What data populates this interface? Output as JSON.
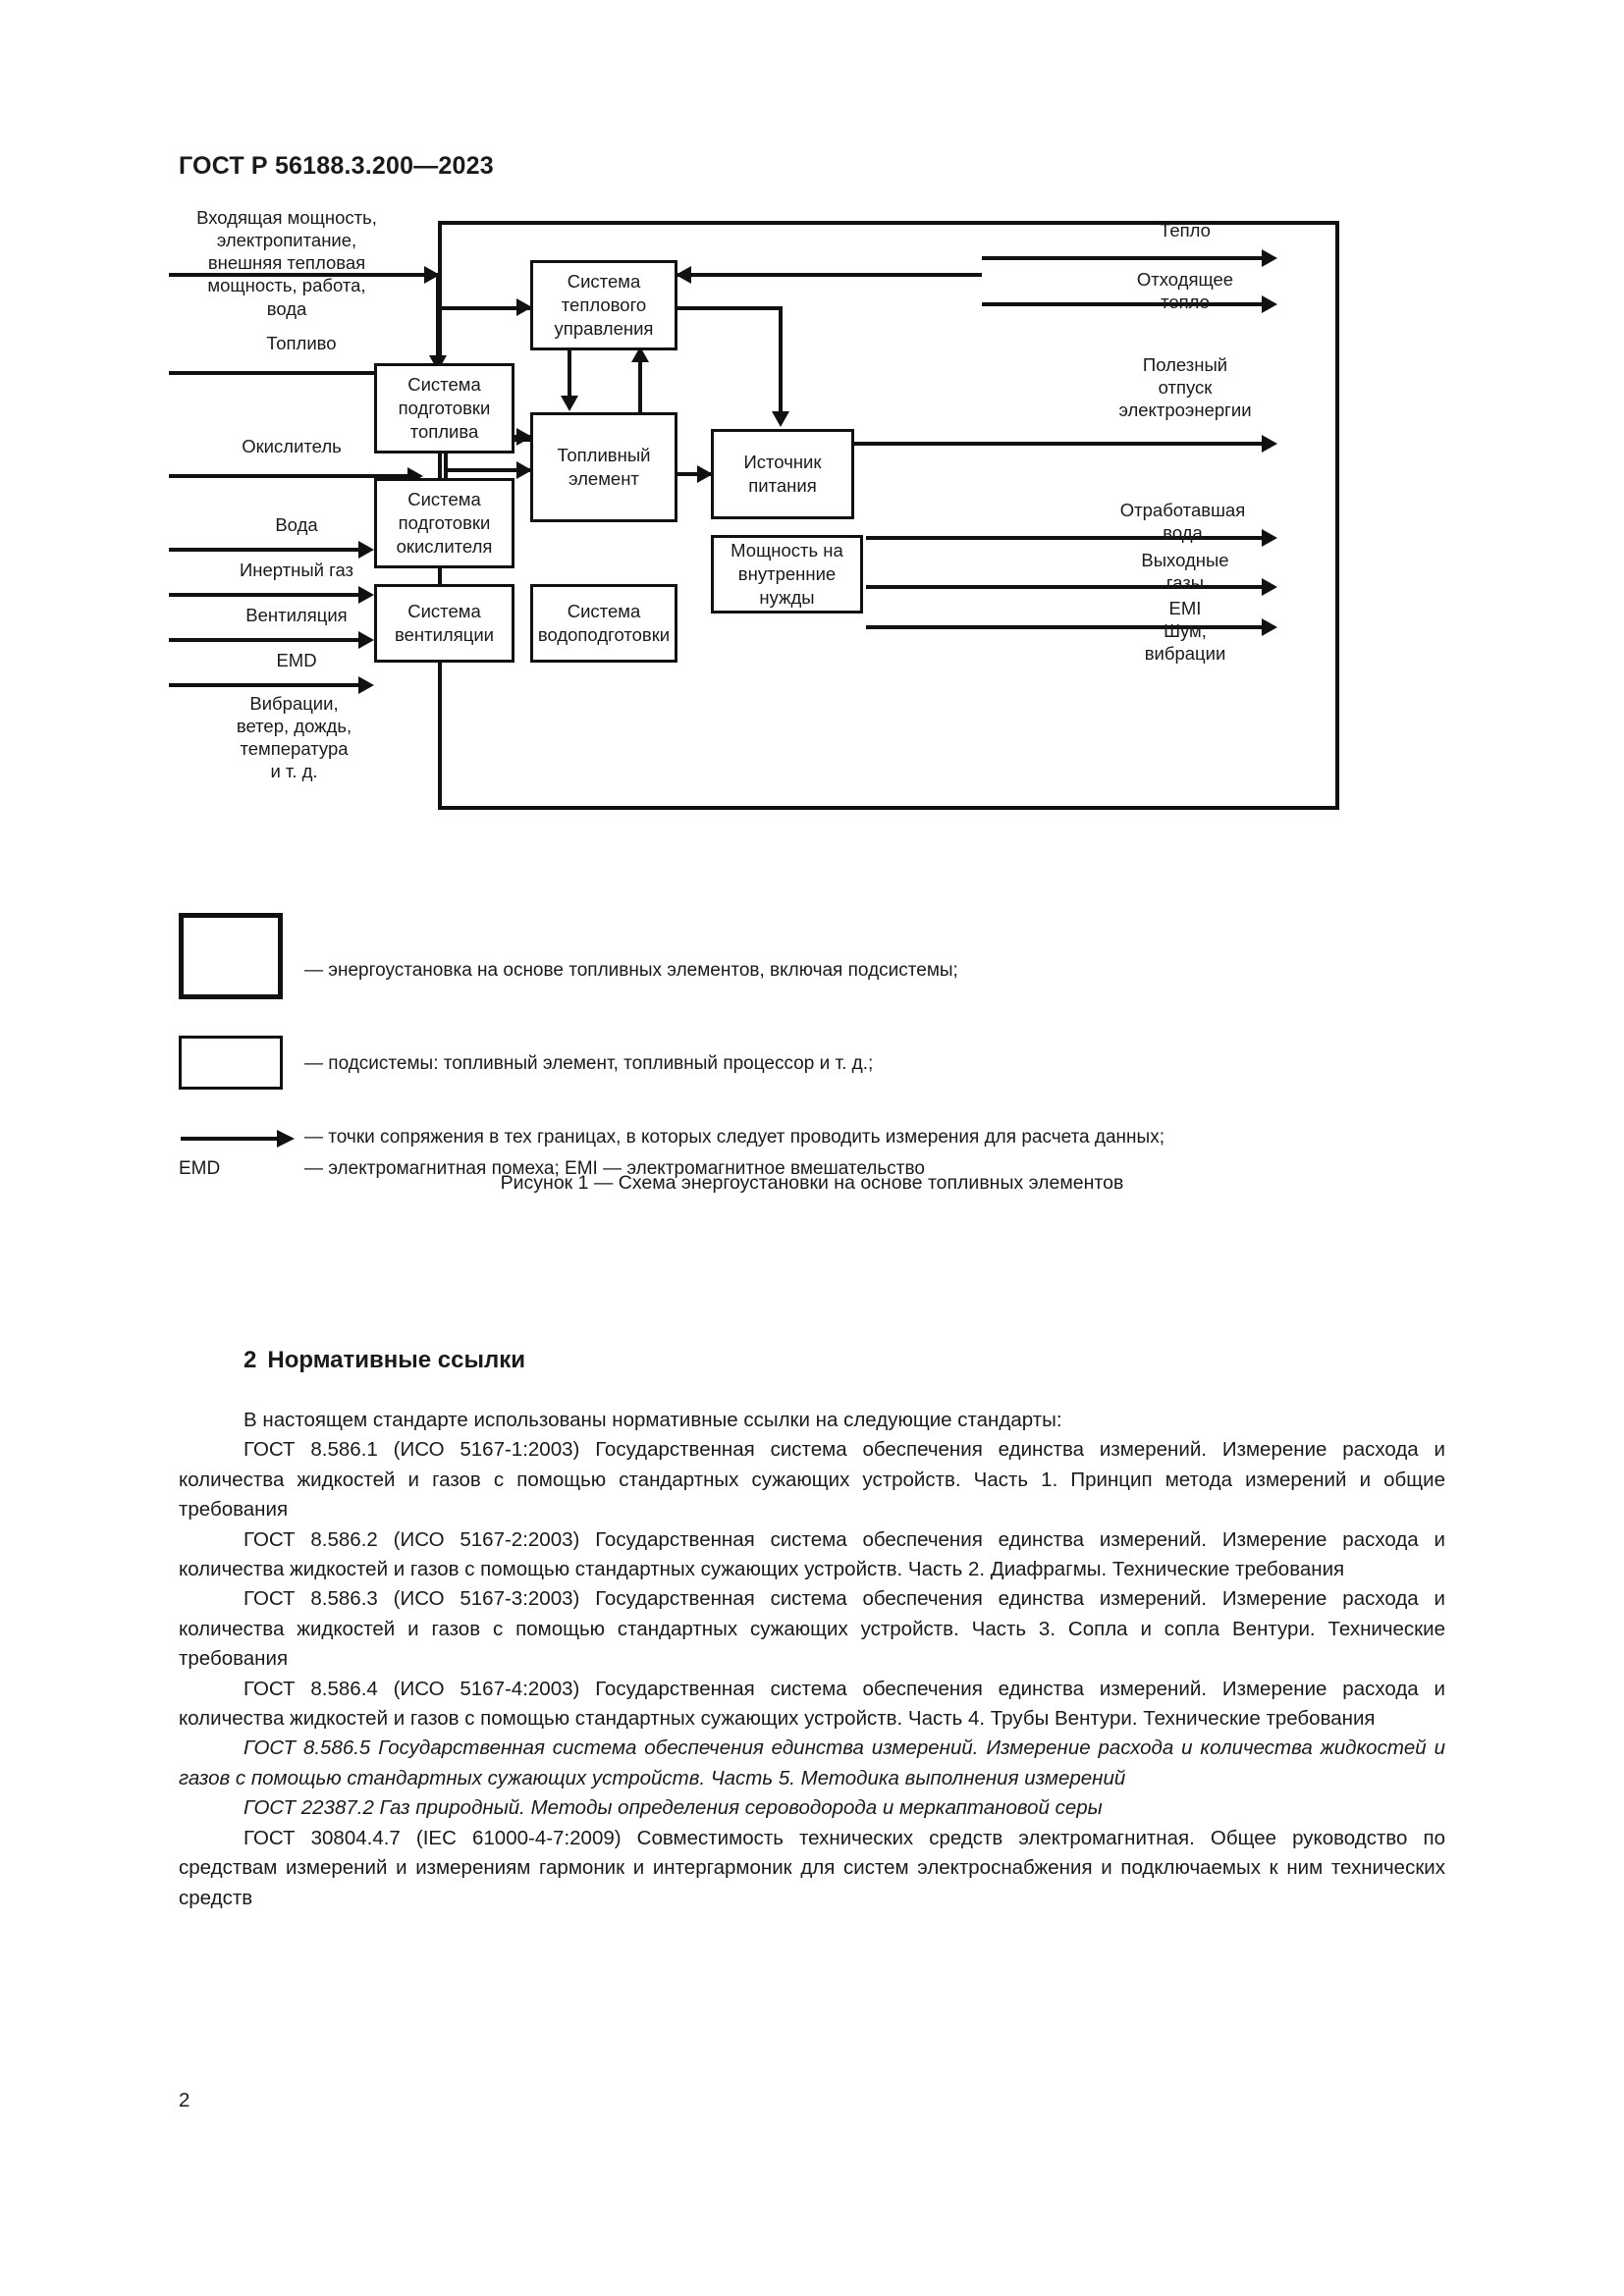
{
  "header": {
    "standard_number": "ГОСТ Р 56188.3.200—2023"
  },
  "figure": {
    "inputs_left": [
      {
        "id": "input-power",
        "label": "Входящая мощность,\nэлектропитание,\nвнешняя тепловая\nмощность, работа,\nвода"
      },
      {
        "id": "input-fuel",
        "label": "Топливо"
      },
      {
        "id": "input-oxidizer",
        "label": "Окислитель"
      },
      {
        "id": "input-water",
        "label": "Вода"
      },
      {
        "id": "input-inert-gas",
        "label": "Инертный газ"
      },
      {
        "id": "input-ventilation",
        "label": "Вентиляция"
      },
      {
        "id": "input-emd",
        "label": "EMD"
      },
      {
        "id": "input-environment",
        "label": "Вибрации,\nветер, дождь,\nтемпература\nи т. д."
      }
    ],
    "outputs_right": [
      {
        "id": "output-heat",
        "label": "Тепло"
      },
      {
        "id": "output-waste-heat",
        "label": "Отходящее\nтепло"
      },
      {
        "id": "output-electricity",
        "label": "Полезный\nотпуск\nэлектроэнергии"
      },
      {
        "id": "output-waste-water",
        "label": "Отработавшая\nвода"
      },
      {
        "id": "output-exhaust-gases",
        "label": "Выходные\nгазы"
      },
      {
        "id": "output-emi",
        "label": "EMI\nШум,\nвибрации"
      }
    ],
    "blocks": [
      {
        "id": "thermal-management-system",
        "label": "Система\nтеплового\nуправления"
      },
      {
        "id": "fuel-preparation-system",
        "label": "Система\nподготовки\nтоплива"
      },
      {
        "id": "fuel-cell",
        "label": "Топливный\nэлемент"
      },
      {
        "id": "power-source",
        "label": "Источник\nпитания"
      },
      {
        "id": "oxidizer-preparation-system",
        "label": "Система\nподготовки\nокислителя"
      },
      {
        "id": "internal-needs-power",
        "label": "Мощность\nна внутренние\nнужды"
      },
      {
        "id": "ventilation-system",
        "label": "Система\nвентиляции"
      },
      {
        "id": "water-treatment-system",
        "label": "Система\nводоподготовки"
      }
    ],
    "legend": [
      {
        "id": "legend-outer-box",
        "text": "— энергоустановка на основе топливных элементов, включая подсистемы;"
      },
      {
        "id": "legend-inner-box",
        "text": "— подсистемы: топливный элемент, топливный процессор и т. д.;"
      },
      {
        "id": "legend-arrow",
        "text": "— точки сопряжения в тех границах, в которых следует проводить измерения для расчета данных;"
      },
      {
        "id": "legend-emd",
        "text": "— электромагнитная помеха; EMI — электромагнитное вмешательство"
      }
    ],
    "legend_emd_label": "EMD",
    "caption": "Рисунок 1 — Схема энергоустановки на основе топливных элементов"
  },
  "section": {
    "number": "2",
    "title": "Нормативные ссылки",
    "paragraphs": [
      {
        "id": "intro",
        "italic": false,
        "text": "В настоящем стандарте использованы нормативные ссылки на следующие стандарты:"
      },
      {
        "id": "gost-8-586-1",
        "italic": false,
        "text": "ГОСТ 8.586.1 (ИСО 5167-1:2003) Государственная система обеспечения единства измерений. Измерение расхода и количества жидкостей и газов с помощью стандартных сужающих устройств. Часть 1. Принцип метода измерений и общие требования"
      },
      {
        "id": "gost-8-586-2",
        "italic": false,
        "text": "ГОСТ 8.586.2 (ИСО 5167-2:2003) Государственная система обеспечения единства измерений. Измерение расхода и количества жидкостей и газов с помощью стандартных сужающих устройств. Часть 2. Диафрагмы. Технические требования"
      },
      {
        "id": "gost-8-586-3",
        "italic": false,
        "text": "ГОСТ 8.586.3 (ИСО 5167-3:2003) Государственная система обеспечения единства измерений. Измерение расхода и количества жидкостей и газов с помощью стандартных сужающих устройств. Часть 3. Сопла и сопла Вентури. Технические требования"
      },
      {
        "id": "gost-8-586-4",
        "italic": false,
        "text": "ГОСТ 8.586.4 (ИСО 5167-4:2003) Государственная система обеспечения единства измерений. Измерение расхода и количества жидкостей и газов с помощью стандартных сужающих устройств. Часть 4. Трубы Вентури. Технические требования"
      },
      {
        "id": "gost-8-586-5",
        "italic": true,
        "text": "ГОСТ 8.586.5 Государственная система обеспечения единства измерений. Измерение расхода и количества жидкостей и газов с помощью стандартных сужающих устройств. Часть 5. Методика выполнения измерений"
      },
      {
        "id": "gost-22387-2",
        "italic": true,
        "text": "ГОСТ 22387.2 Газ природный. Методы определения сероводорода и меркаптановой серы"
      },
      {
        "id": "gost-30804-4-7",
        "italic": false,
        "text": "ГОСТ 30804.4.7 (IEC 61000-4-7:2009) Совместимость технических средств электромагнитная. Общее руководство по средствам измерений и измерениям гармоник и интергармоник для систем электроснабжения и подключаемых к ним технических средств"
      }
    ]
  },
  "footer": {
    "page_number": "2"
  }
}
